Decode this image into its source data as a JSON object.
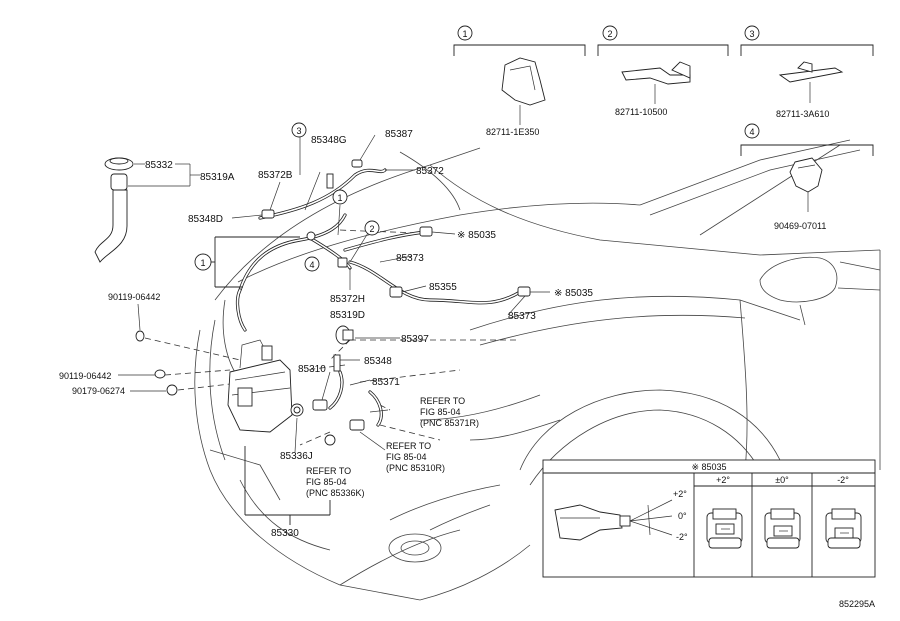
{
  "callouts": {
    "c1": "1",
    "c2": "2",
    "c3": "3",
    "c4": "4"
  },
  "clips": {
    "clip1": "82711-1E350",
    "clip2": "82711-10500",
    "clip3": "82711-3A610",
    "clip4": "90469-07011"
  },
  "parts": {
    "p85332": "85332",
    "p85319A": "85319A",
    "p85348G": "85348G",
    "p85387": "85387",
    "p85372B": "85372B",
    "p85372": "85372",
    "p85348D": "85348D",
    "p85035a": "85035",
    "p85373a": "85373",
    "p85372H": "85372H",
    "p85319D": "85319D",
    "p85355": "85355",
    "p85035b": "85035",
    "p85373b": "85373",
    "p90119a": "90119-06442",
    "p85397": "85397",
    "p85348": "85348",
    "p90119b": "90119-06442",
    "p85310": "85310",
    "p85371": "85371",
    "p90179": "90179-06274",
    "p85336J": "85336J",
    "p85330": "85330"
  },
  "refs": {
    "r1_l1": "REFER TO",
    "r1_l2": "FIG 85-04",
    "r1_l3": "(PNC 85371R)",
    "r2_l1": "REFER TO",
    "r2_l2": "FIG 85-04",
    "r2_l3": "(PNC 85310R)",
    "r3_l1": "REFER TO",
    "r3_l2": "FIG 85-04",
    "r3_l3": "(PNC 85336K)"
  },
  "mark": "※",
  "inset": {
    "title": "※ 85035",
    "col1": "+2°",
    "col2": "±0°",
    "col3": "-2°",
    "ang_plus": "+2°",
    "ang_zero": "0°",
    "ang_minus": "-2°"
  },
  "figure_code": "852295A"
}
